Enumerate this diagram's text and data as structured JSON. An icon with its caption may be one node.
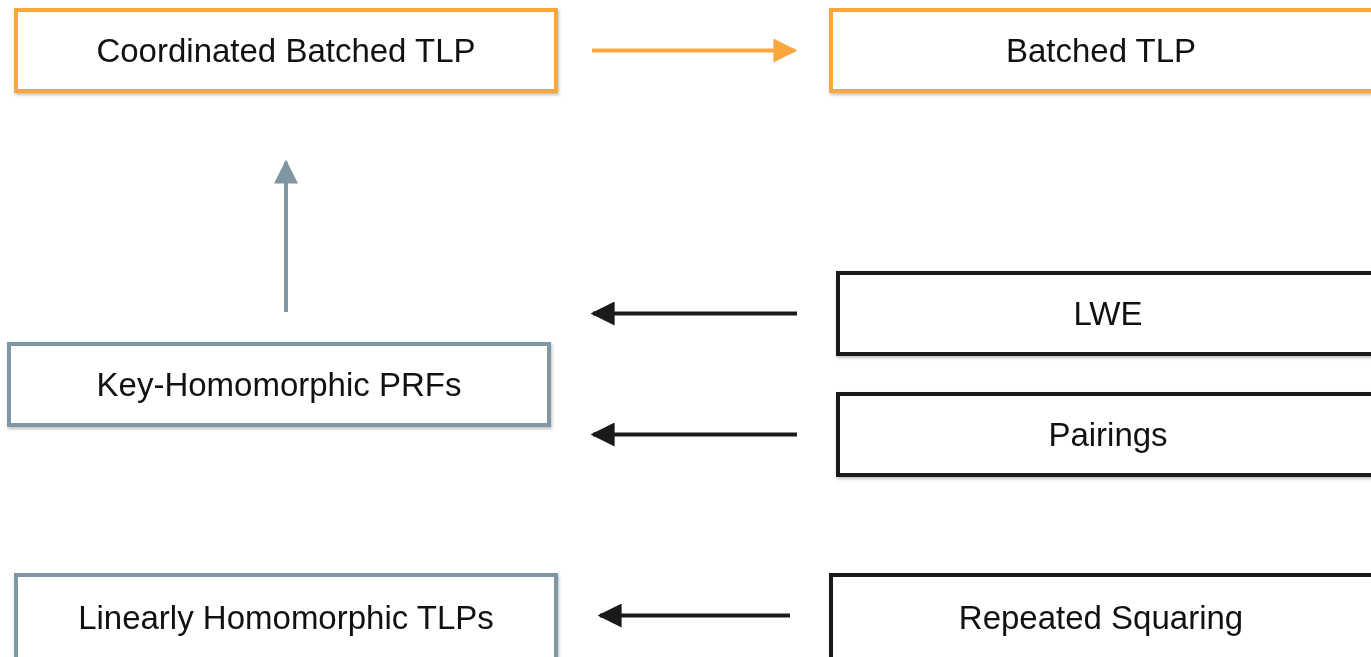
{
  "diagram": {
    "nodes": [
      {
        "text": [
          "Coordinated Batched TLP"
        ]
      },
      {
        "text": [
          "Batched TLP"
        ]
      },
      {
        "text": [
          "Key-Homomorphic PRFs"
        ]
      },
      {
        "text": [
          "LWE"
        ]
      },
      {
        "text": [
          "Pairings"
        ]
      },
      {
        "text": [
          "Linearly Homomorphic TLPs"
        ]
      },
      {
        "text": [
          "Repeated Squaring"
        ]
      }
    ],
    "edges": [
      {
        "from": 0,
        "to": 1,
        "arrow": "to",
        "color": "#f9a73e"
      },
      {
        "from": 2,
        "to": 0,
        "arrow": "to",
        "color": "#7f97a3"
      },
      {
        "from": 3,
        "to": 2,
        "arrow": "to"
      },
      {
        "from": 4,
        "to": 2,
        "arrow": "to"
      },
      {
        "from": 6,
        "to": 5,
        "arrow": "to"
      }
    ]
  }
}
